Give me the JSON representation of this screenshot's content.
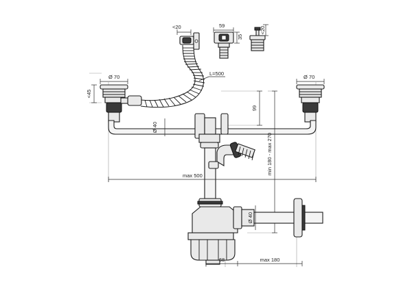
{
  "labels": {
    "hose_top_clearance": "<20",
    "overflow_width": "59",
    "overflow_height": "35",
    "plug_height": "<20",
    "hose_length": "L=500",
    "left_outlet_dia": "Ø 70",
    "right_outlet_dia": "Ø 70",
    "outlet_height": "<45",
    "branch_drop": "99",
    "pipe_dia": "Ø 40",
    "height_range": "min 180 - max 270",
    "spacing": "max 500",
    "trap_outlet_dia": "Ø 40",
    "trap_offset": "68",
    "outlet_reach": "max 180"
  }
}
